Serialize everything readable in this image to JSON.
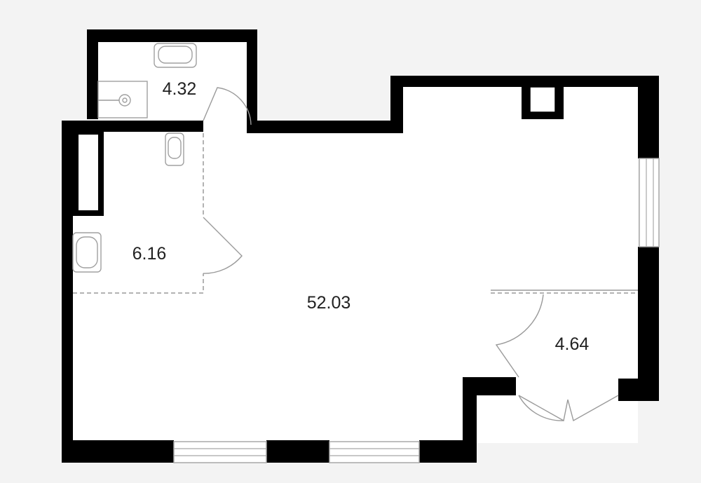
{
  "rooms": [
    {
      "id": "main-room",
      "area": "52.03"
    },
    {
      "id": "bathroom",
      "area": "6.16"
    },
    {
      "id": "wc",
      "area": "4.32"
    },
    {
      "id": "closet",
      "area": "4.64"
    }
  ]
}
